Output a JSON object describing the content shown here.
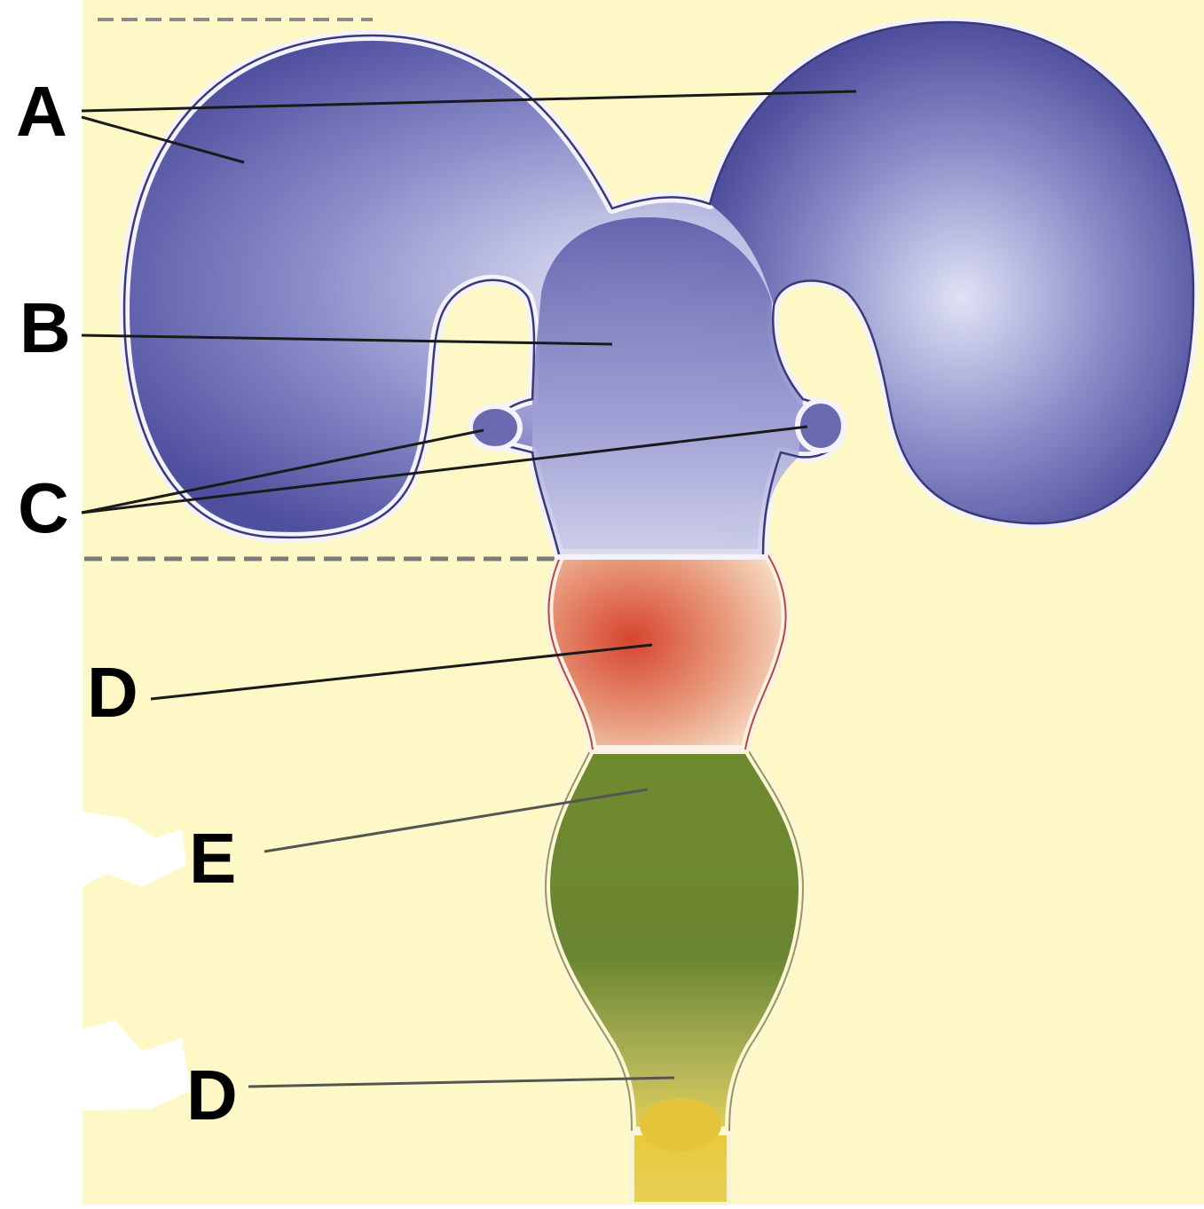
{
  "diagram": {
    "colors": {
      "background": "#fdf8c6",
      "forebrain": "#5a5aa6",
      "midbrain": "#d85a44",
      "hindbrain": "#6e8a32",
      "spinal_cord": "#e6cf4a",
      "outline": "#ffffff",
      "leader": "#1a1a1a"
    },
    "labels": [
      {
        "id": "A",
        "text": "A"
      },
      {
        "id": "B",
        "text": "B"
      },
      {
        "id": "C",
        "text": "C"
      },
      {
        "id": "D1",
        "text": "D"
      },
      {
        "id": "E",
        "text": "E"
      },
      {
        "id": "D2",
        "text": "D"
      }
    ]
  }
}
